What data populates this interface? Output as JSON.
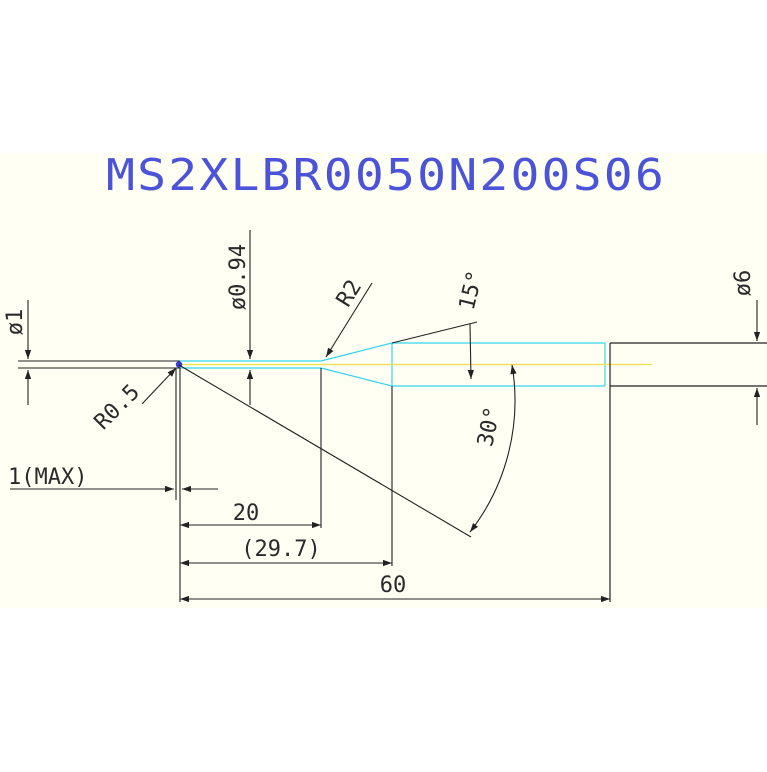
{
  "title": "MS2XLBR0050N200S06",
  "dimensions": {
    "dia_tip": "ø1",
    "dia_neck": "ø0.94",
    "radius_neck": "R2",
    "angle_taper": "15°",
    "dia_shank": "ø6",
    "radius_ball": "R0.5",
    "angle_lead": "30°",
    "flute_max": "1(MAX)",
    "len_neck": "20",
    "len_taper": "(29.7)",
    "len_overall": "60"
  },
  "colors": {
    "line": "#222222",
    "tool_outline": "#33d6ee",
    "centerline": "#f2e04a",
    "title": "#4b54d8",
    "tip": "#3a3ad0",
    "sheet": "#fffff3"
  }
}
